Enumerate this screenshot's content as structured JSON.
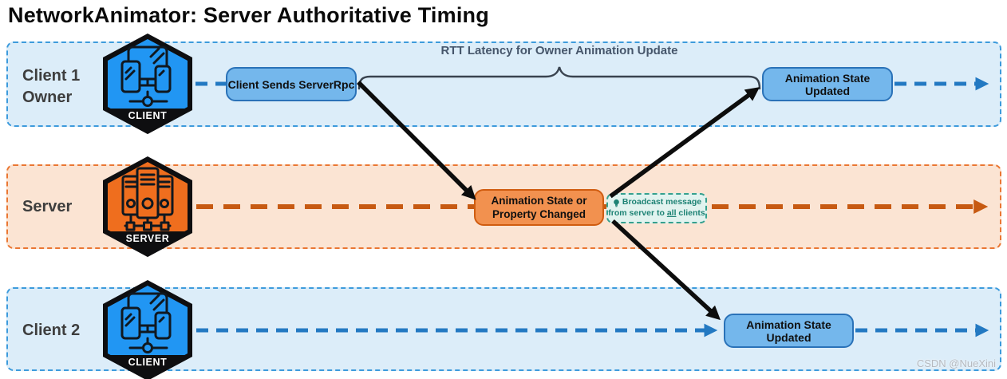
{
  "title": "NetworkAnimator: Server Authoritative Timing",
  "lanes": [
    {
      "name": "Client 1 Owner",
      "label_lines": [
        "Client 1",
        "Owner"
      ],
      "badge": "CLIENT",
      "role": "client"
    },
    {
      "name": "Server",
      "label_lines": [
        "Server"
      ],
      "badge": "SERVER",
      "role": "server"
    },
    {
      "name": "Client 2",
      "label_lines": [
        "Client 2"
      ],
      "badge": "CLIENT",
      "role": "client"
    }
  ],
  "events": {
    "client_sends_rpc": "Client Sends ServerRpc",
    "anim_state_updated_owner": "Animation State Updated",
    "server_state_changed": [
      "Animation State or",
      "Property Changed"
    ],
    "anim_state_updated_client2": "Animation State Updated"
  },
  "annotations": {
    "rtt_label": "RTT Latency for Owner Animation Update",
    "broadcast_note": {
      "icon": "lightbulb-icon",
      "line1": "Broadcast message",
      "line2_pre": "from server to ",
      "line2_underlined": "all",
      "line2_post": " clients"
    }
  },
  "watermark": "CSDN @NueXini",
  "colors": {
    "client_lane_bg": "#dcedf9",
    "client_lane_border": "#3d9bdc",
    "client_timeline": "#2379c2",
    "server_lane_bg": "#fbe4d3",
    "server_lane_border": "#ea7733",
    "server_timeline": "#c75a12",
    "client_box_bg": "#74b7ec",
    "client_box_border": "#2a72b8",
    "server_box_bg": "#f2914f",
    "server_box_border": "#d05c10",
    "note_bg": "#e1f3ef",
    "note_border": "#35a08e",
    "note_text": "#1d8274",
    "hex_client": "#2196f3",
    "hex_server": "#ef6e1e",
    "black_arrow": "#0d0d0d",
    "brace": "#39434f"
  }
}
